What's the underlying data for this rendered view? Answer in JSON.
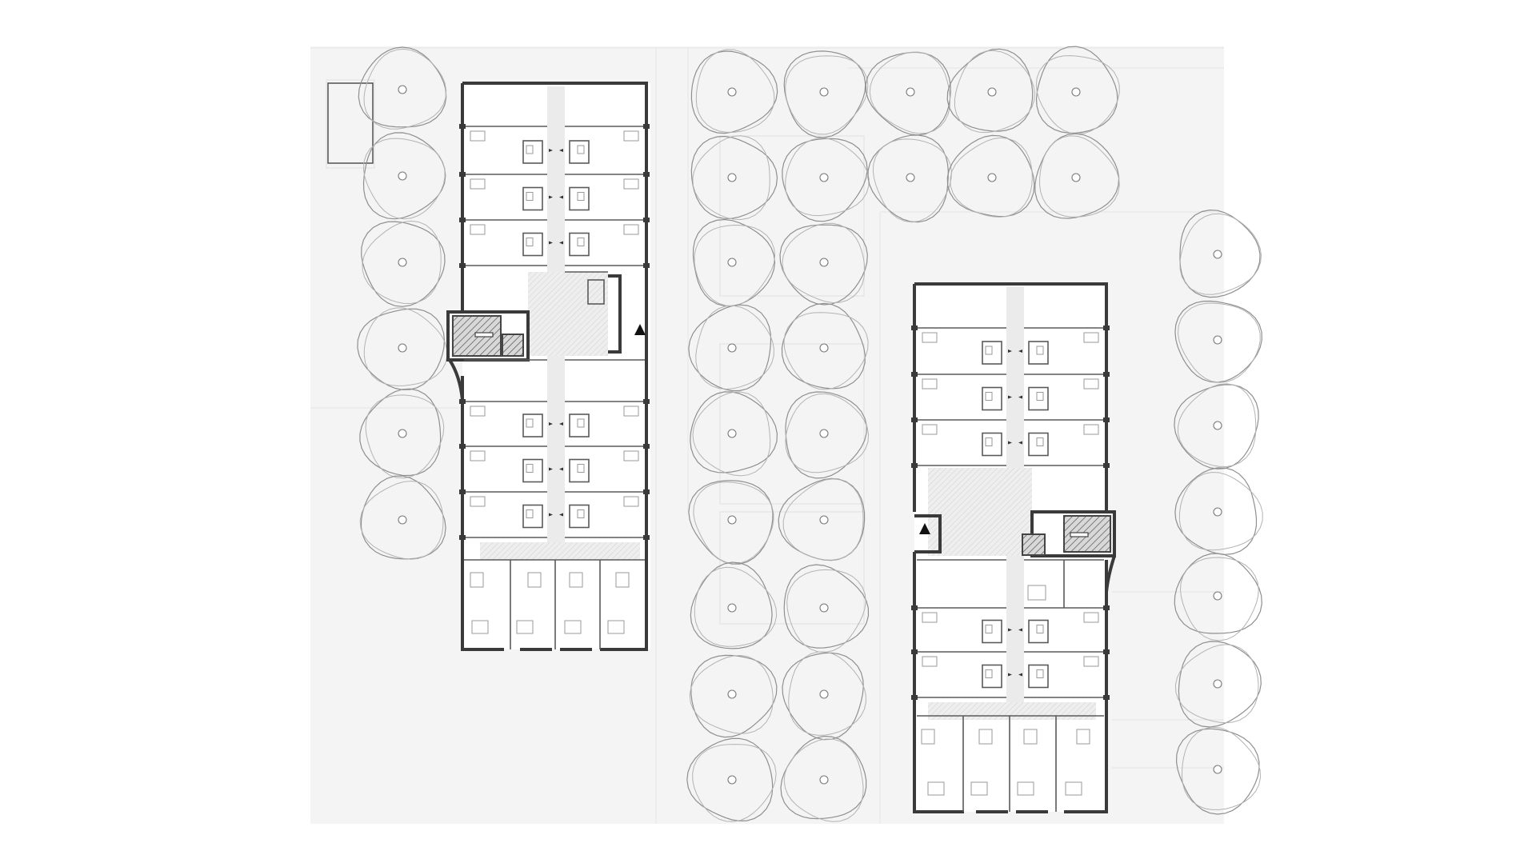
{
  "drawing": {
    "kind": "site-floor-plan",
    "background_color": "#ffffff",
    "site_color": "#f4f4f4",
    "line_color": "#3a3a3a",
    "tree_color": "#8f8f8f",
    "hatch_color": "#555555"
  },
  "buildings": [
    {
      "id": "block-west",
      "entrance": "entrance-triangle-icon"
    },
    {
      "id": "block-east",
      "entrance": "entrance-triangle-icon"
    }
  ],
  "icons": [
    "tree-canopy-icon",
    "entrance-triangle-icon",
    "door-arrow-icon"
  ]
}
